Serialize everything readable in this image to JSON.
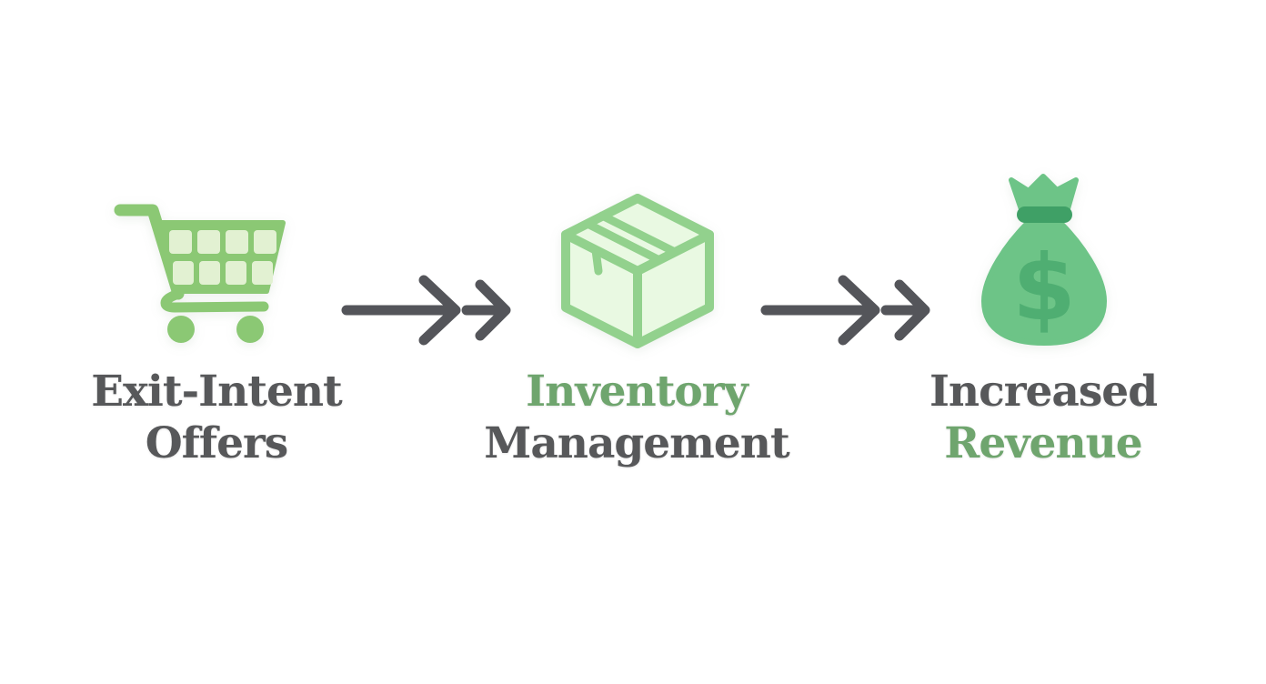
{
  "colors": {
    "text_dark": "#57585a",
    "text_green": "#6fa56e",
    "arrow": "#54555a",
    "cart_green": "#8bc874",
    "cart_light": "#e2f1d2",
    "box_stroke": "#92d18d",
    "box_fill": "#e9f9e2",
    "bag_green": "#6dc487",
    "bag_dark": "#3fa066",
    "bag_symbol": "#4fae72"
  },
  "steps": [
    {
      "icon": "shopping-cart-icon",
      "lines": [
        {
          "text": "Exit-Intent",
          "color": "dark"
        },
        {
          "text": "Offers",
          "color": "dark"
        }
      ]
    },
    {
      "icon": "package-box-icon",
      "lines": [
        {
          "text": "Inventory",
          "color": "green"
        },
        {
          "text": "Management",
          "color": "dark"
        }
      ]
    },
    {
      "icon": "money-bag-icon",
      "lines": [
        {
          "text": "Increased",
          "color": "dark"
        },
        {
          "text": "Revenue",
          "color": "green"
        }
      ]
    }
  ],
  "bag": {
    "currency_symbol": "$"
  },
  "arrows": [
    {
      "name": "flow-arrow-1",
      "style": "double-chevron-right"
    },
    {
      "name": "flow-arrow-2",
      "style": "double-chevron-right"
    }
  ]
}
